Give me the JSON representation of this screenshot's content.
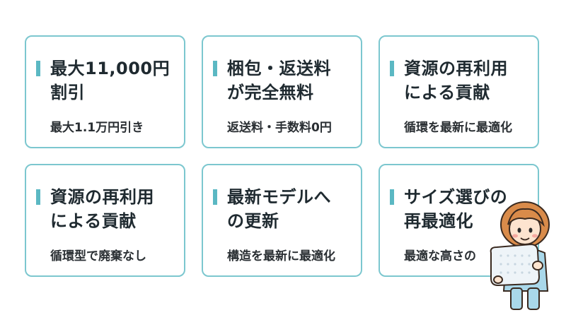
{
  "cards": [
    {
      "title": "最大11,000円\n割引",
      "sub": "最大1.1万円引き"
    },
    {
      "title": "梱包・返送料\nが完全無料",
      "sub": "返送料・手数料0円"
    },
    {
      "title": "資源の再利用\nによる貢献",
      "sub": "循環を最新に最適化"
    },
    {
      "title": "資源の再利用\nによる貢献",
      "sub": "循環型で廃棄なし"
    },
    {
      "title": "最新モデルへ\nの更新",
      "sub": "構造を最新に最適化"
    },
    {
      "title": "サイズ選びの\n再最適化",
      "sub": "最適な高さの"
    }
  ],
  "colors": {
    "border": "#7cc7cf",
    "accent": "#5bb8c3",
    "text": "#1f2a30"
  },
  "illustration": {
    "icon": "woman-holding-pillow-icon"
  }
}
